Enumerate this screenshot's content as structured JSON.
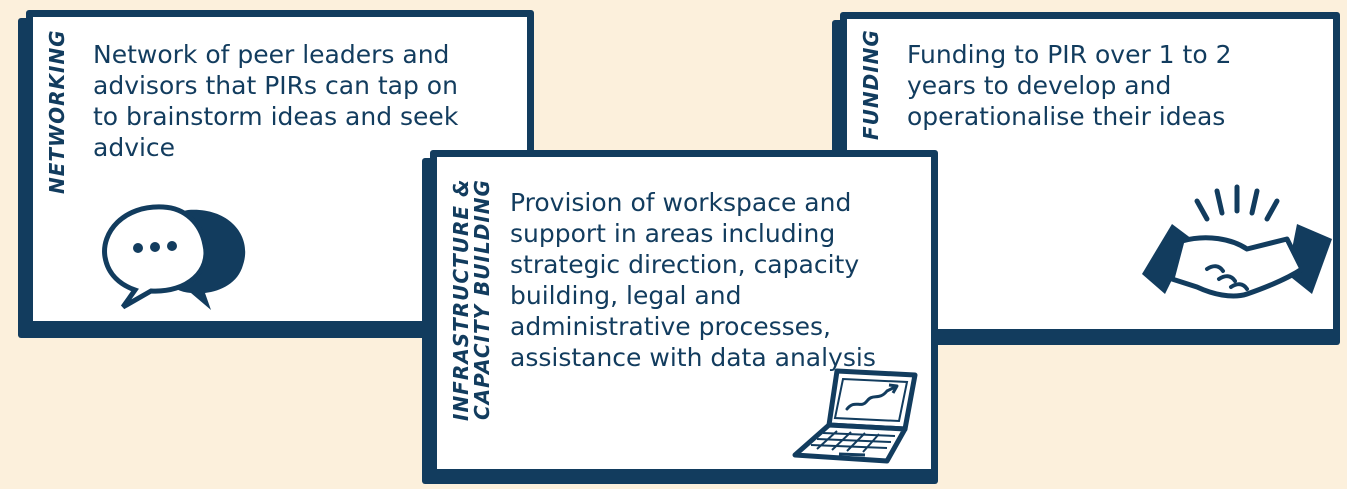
{
  "cards": [
    {
      "label": "NETWORKING",
      "text": "Network of peer leaders and advisors that PIRs can tap on to brainstorm ideas and seek advice",
      "icon": "speech-bubbles-icon"
    },
    {
      "label": "FUNDING",
      "text": "Funding to PIR over 1 to 2 years to develop and operationalise their ideas",
      "icon": "handshake-icon"
    },
    {
      "label_line1": "INFRASTRUCTURE &",
      "label_line2": "CAPACITY BUILDING",
      "text": "Provision of workspace and support in areas including strategic direction, capacity building, legal and administrative processes, assistance with data analysis",
      "icon": "laptop-chart-icon"
    }
  ],
  "colors": {
    "background": "#fcf0dc",
    "card": "#ffffff",
    "ink": "#123c5e"
  }
}
